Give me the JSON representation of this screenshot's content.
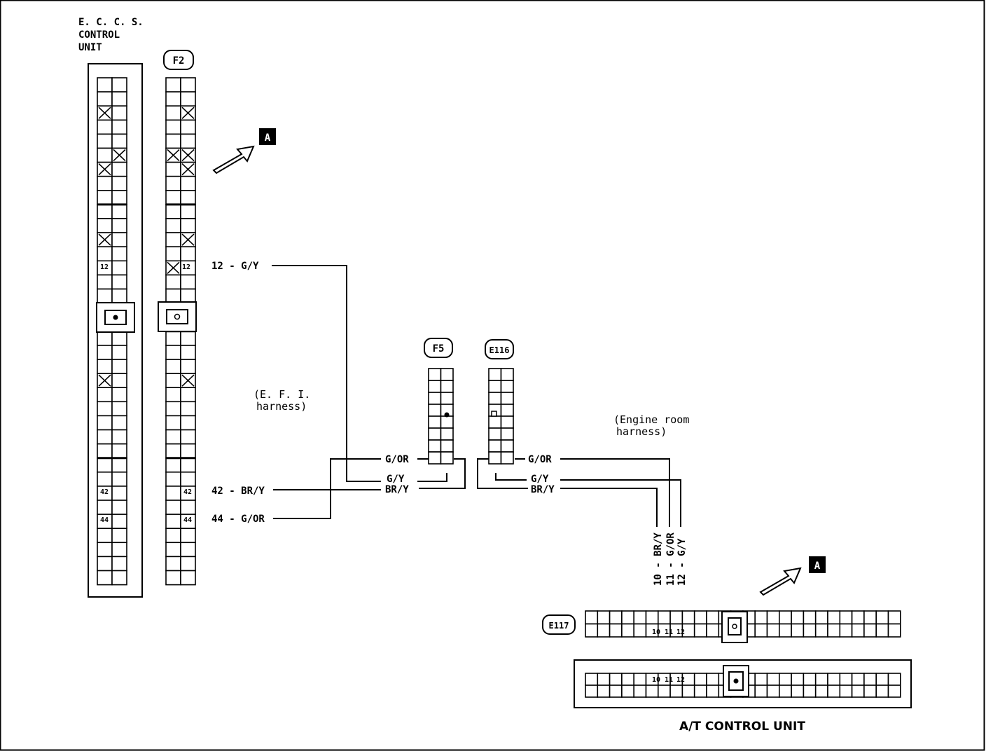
{
  "ecu": {
    "label_lines": [
      "E. C. C. S.",
      "CONTROL",
      "UNIT"
    ],
    "pin_12": "12",
    "pin_42": "42",
    "pin_44": "44"
  },
  "f2": {
    "id": "F2",
    "pin_12": "12",
    "pin_42": "42",
    "pin_44": "44"
  },
  "f5": {
    "id": "F5"
  },
  "e116": {
    "id": "E116"
  },
  "e117": {
    "id": "E117",
    "pins": [
      "10",
      "11",
      "12"
    ]
  },
  "atcu": {
    "pins": [
      "10",
      "11",
      "12"
    ],
    "label": "A/T CONTROL UNIT"
  },
  "efi_harness": {
    "lines": [
      "(E. F. I.",
      "harness)"
    ]
  },
  "engine_room_harness": {
    "lines": [
      "(Engine room",
      "harness)"
    ]
  },
  "wires": {
    "w12": "12 - G/Y",
    "w42": "42 - BR/Y",
    "w44": "44 - G/OR",
    "f5_gor": "G/OR",
    "f5_gy": "G/Y",
    "f5_bry": "BR/Y",
    "e116_gor": "G/OR",
    "e116_gy": "G/Y",
    "e116_bry": "BR/Y",
    "v10": "10 - BR/Y",
    "v11": "11 - G/OR",
    "v12": "12 - G/Y"
  },
  "ref_marker": "A"
}
